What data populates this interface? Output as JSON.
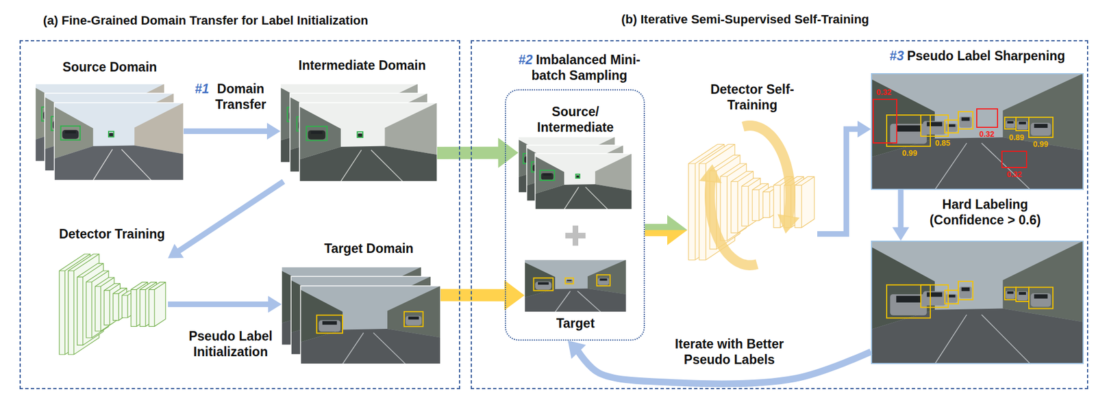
{
  "diagram": {
    "nodes": [
      {
        "text": [
          "(a) Fine-Grained Domain Transfer for Label Initialization"
        ]
      },
      {
        "text": [
          "Source Domain"
        ],
        "in": 0
      },
      {
        "text": [
          "Intermediate Domain"
        ],
        "in": 0
      },
      {
        "text": [
          "Detector Training"
        ],
        "in": 0
      },
      {
        "text": [
          "Target Domain"
        ],
        "in": 0
      },
      {
        "text": [
          "(b) Iterative Semi-Supervised Self-Training"
        ]
      },
      {
        "text": [
          "#2",
          "Imbalanced Mini-batch Sampling"
        ],
        "in": 5
      },
      {
        "text": [
          "Source/ Intermediate"
        ],
        "in": 6
      },
      {
        "text": [
          "Target"
        ],
        "in": 6
      },
      {
        "text": [
          "Detector Self-Training"
        ],
        "in": 5
      },
      {
        "text": [
          "#3",
          "Pseudo Label Sharpening"
        ],
        "in": 5
      },
      {
        "text": [
          "Hard Labeling (Confidence > 0.6)"
        ],
        "in": 5
      }
    ],
    "edges": [
      {
        "from": 1,
        "to": 2,
        "arrow": "to",
        "label": "Domain Transfer"
      },
      {
        "from": 2,
        "to": 3,
        "arrow": "to"
      },
      {
        "from": 3,
        "to": 4,
        "arrow": "to",
        "label": "Pseudo Label Initialization"
      },
      {
        "from": 2,
        "to": 7,
        "arrow": "to"
      },
      {
        "from": 4,
        "to": 8,
        "arrow": "to"
      },
      {
        "from": 6,
        "to": 9,
        "arrow": "to"
      },
      {
        "from": 9,
        "to": 10,
        "arrow": "to"
      },
      {
        "from": 10,
        "to": 11,
        "arrow": "to"
      },
      {
        "from": 11,
        "to": 6,
        "arrow": "to",
        "label": "Iterate with Better Pseudo Labels"
      }
    ],
    "labels": [
      "#1",
      "0.32",
      "0.99",
      "0.85",
      "0.32",
      "0.89",
      "0.99",
      "0.32"
    ]
  }
}
